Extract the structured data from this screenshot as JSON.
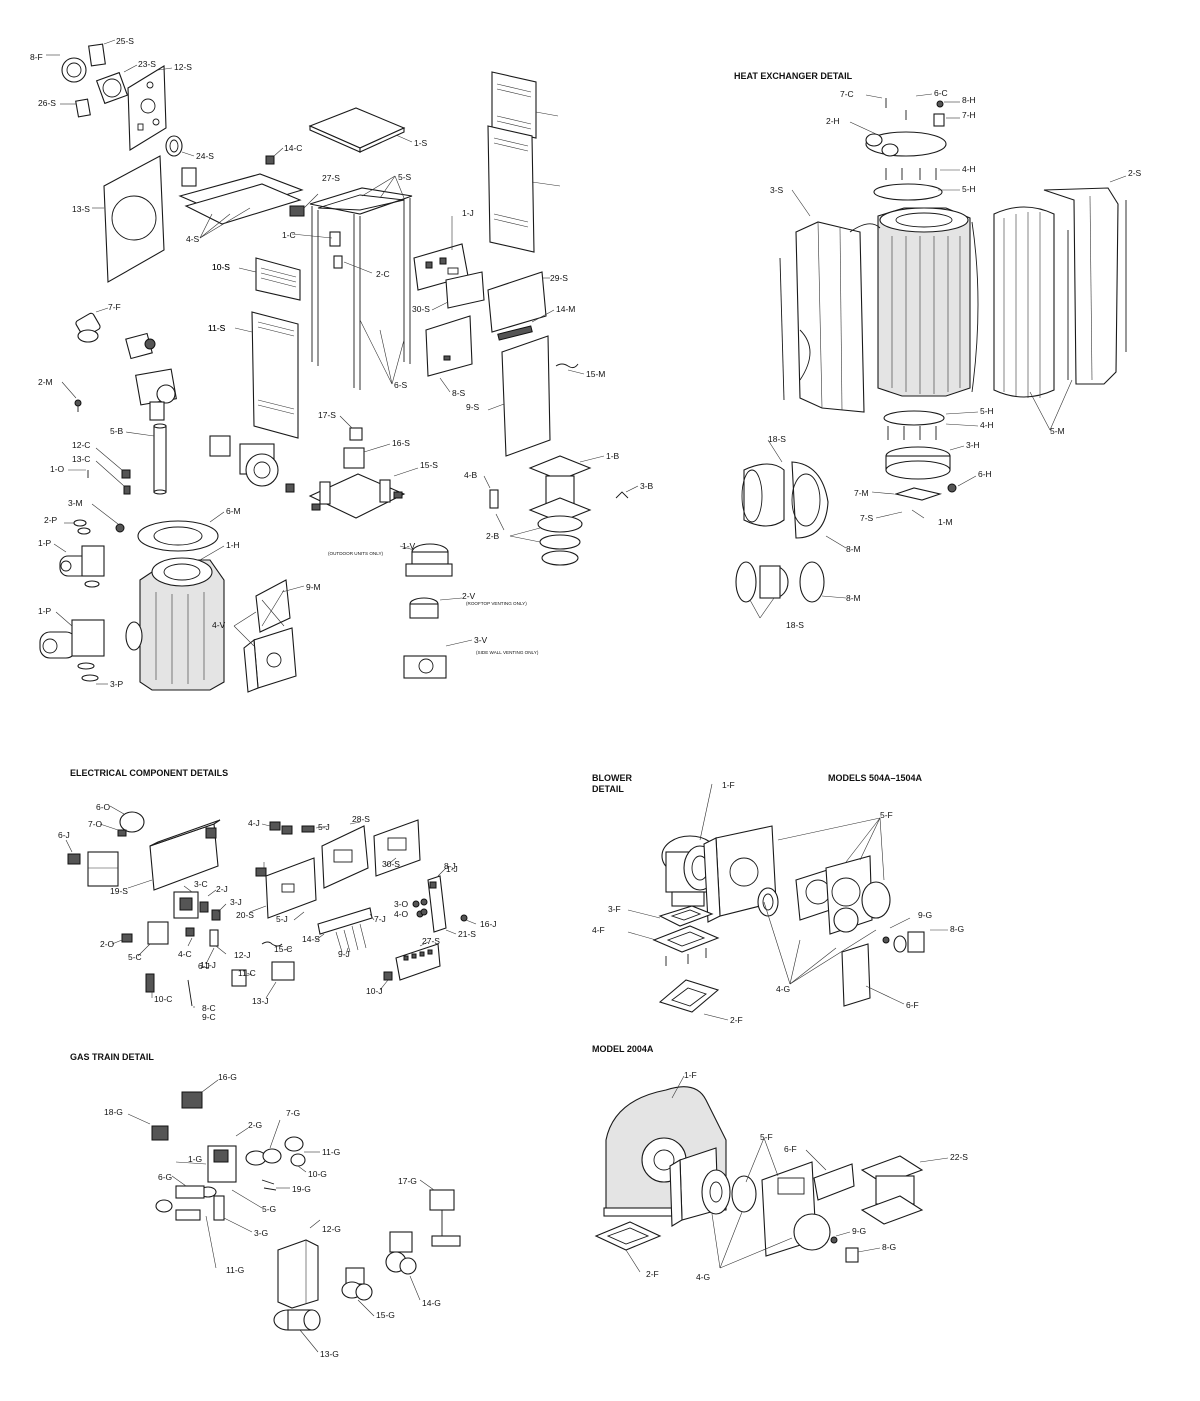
{
  "sections": {
    "heat_exchanger": "HEAT EXCHANGER DETAIL",
    "electrical": "ELECTRICAL COMPONENT DETAILS",
    "blower": "BLOWER\nDETAIL",
    "models_small": "MODELS 504A–1504A",
    "gas_train": "GAS TRAIN DETAIL",
    "model_large": "MODEL 2004A"
  },
  "notes": {
    "outdoor": "(OUTDOOR UNITS ONLY)",
    "rooftop": "(ROOFTOP VENTING ONLY)",
    "sidewall": "(SIDE WALL VENTING ONLY)"
  },
  "main_labels": [
    "8-F",
    "25-S",
    "23-S",
    "12-S",
    "26-S",
    "24-S",
    "13-S",
    "14-C",
    "4-S",
    "27-S",
    "5-S",
    "1-S",
    "10-S",
    "11-S",
    "1-C",
    "2-C",
    "1-J",
    "10-S",
    "11-S",
    "30-S",
    "29-S",
    "14-M",
    "8-S",
    "15-M",
    "9-S",
    "6-S",
    "7-F",
    "2-M",
    "5-B",
    "12-C",
    "13-C",
    "1-O",
    "3-M",
    "2-P",
    "1-P",
    "6-M",
    "1-H",
    "17-S",
    "16-S",
    "15-S",
    "4-B",
    "1-B",
    "3-B",
    "2-B",
    "1-V",
    "2-V",
    "3-V",
    "9-M",
    "4-V",
    "1-P",
    "3-P"
  ],
  "hx_labels": [
    "7-C",
    "6-C",
    "8-H",
    "2-H",
    "7-H",
    "4-H",
    "5-H",
    "3-S",
    "2-S",
    "5-M",
    "5-H",
    "4-H",
    "3-H",
    "18-S",
    "6-H",
    "7-M",
    "7-S",
    "1-M",
    "8-M",
    "8-M",
    "18-S"
  ],
  "elec_labels": [
    "6-O",
    "7-O",
    "6-J",
    "19-S",
    "4-J",
    "5-J",
    "28-S",
    "30-S",
    "3-C",
    "2-J",
    "3-J",
    "20-S",
    "8-J",
    "3-O",
    "4-O",
    "5-J",
    "16-J",
    "21-S",
    "7-J",
    "14-S",
    "2-O",
    "5-C",
    "4-C",
    "12-J",
    "15-C",
    "9-J",
    "27-S",
    "11-J",
    "11-C",
    "13-J",
    "10-C",
    "8-C",
    "9-C",
    "10-J",
    "6-J",
    "1-J"
  ],
  "blower_labels": [
    "1-F",
    "5-F",
    "3-F",
    "4-F",
    "9-G",
    "8-G",
    "4-G",
    "6-F",
    "2-F"
  ],
  "gas_labels": [
    "16-G",
    "18-G",
    "2-G",
    "7-G",
    "11-G",
    "1-G",
    "10-G",
    "6-G",
    "19-G",
    "5-G",
    "3-G",
    "17-G",
    "11-G",
    "12-G",
    "14-G",
    "15-G",
    "13-G"
  ],
  "model2004_labels": [
    "1-F",
    "5-F",
    "6-F",
    "22-S",
    "9-G",
    "8-G",
    "2-F",
    "4-G"
  ]
}
